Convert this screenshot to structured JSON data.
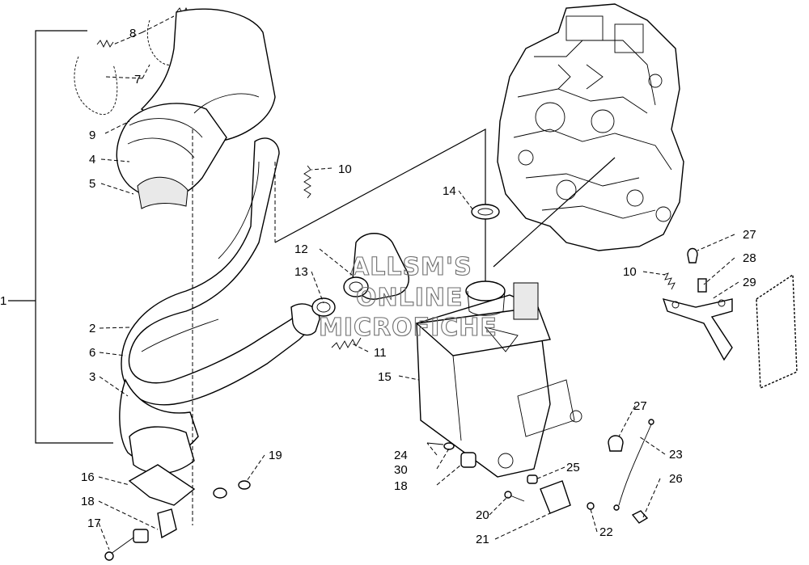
{
  "watermark": [
    "ALLSM'S",
    "ONLINE",
    "MICROFICHE"
  ],
  "callouts": [
    "1",
    "2",
    "3",
    "4",
    "5",
    "6",
    "7",
    "8",
    "9",
    "10",
    "10",
    "11",
    "12",
    "13",
    "14",
    "15",
    "16",
    "17",
    "18",
    "18",
    "19",
    "20",
    "21",
    "22",
    "23",
    "24",
    "25",
    "26",
    "27",
    "27",
    "28",
    "29",
    "30"
  ]
}
